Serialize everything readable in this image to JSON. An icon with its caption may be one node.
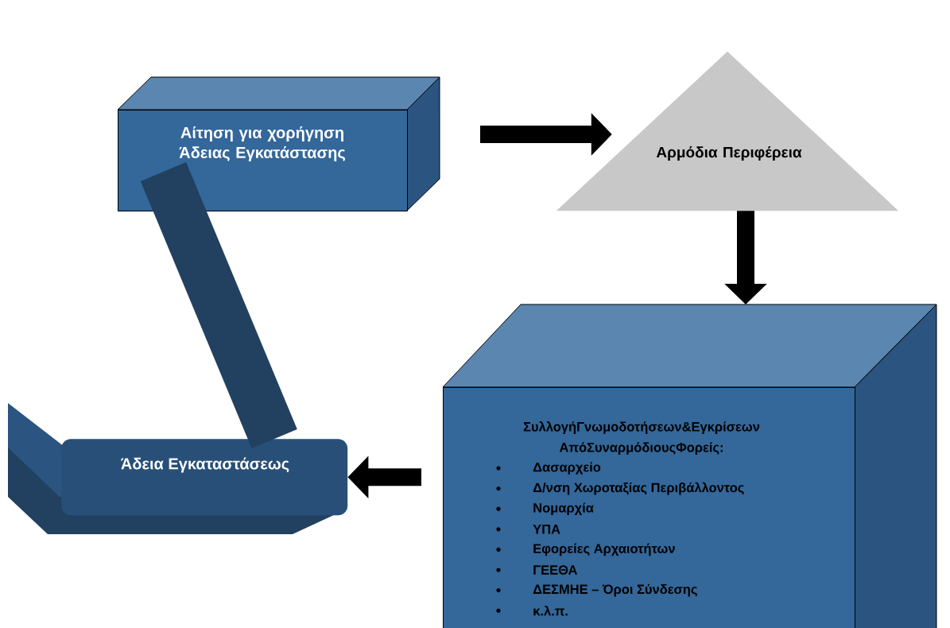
{
  "diagram": {
    "nodes": [
      {
        "text": [
          "Αίτηση για χορήγηση Άδειας Εγκατάστασης"
        ]
      },
      {
        "text": [
          "Αρμόδια Περιφέρεια"
        ]
      },
      {
        "text": [
          "ΣυλλογήΓνωμοδοτήσεων&Εγκρίσεων ΑπόΣυναρμόδιουςΦορείς:",
          "Δασαρχείο",
          "Δ/νση Χωροταξίας Περιβάλλοντος",
          "Νομαρχία",
          "ΥΠΑ",
          "Εφορείες Αρχαιοτήτων",
          "ΓΕΕΘΑ",
          "ΔΕΣΜΗΕ – Όροι Σύνδεσης",
          "κ.λ.π."
        ]
      },
      {
        "text": [
          "Άδεια Εγκαταστάσεως"
        ]
      }
    ],
    "edges": [
      {
        "from": 0,
        "to": 1,
        "arrow": "to"
      },
      {
        "from": 1,
        "to": 2,
        "arrow": "to"
      },
      {
        "from": 2,
        "to": 3,
        "arrow": "to"
      },
      {
        "from": 3,
        "to": 0,
        "arrow": "none",
        "style": "thick",
        "color": "#22405f"
      }
    ]
  }
}
